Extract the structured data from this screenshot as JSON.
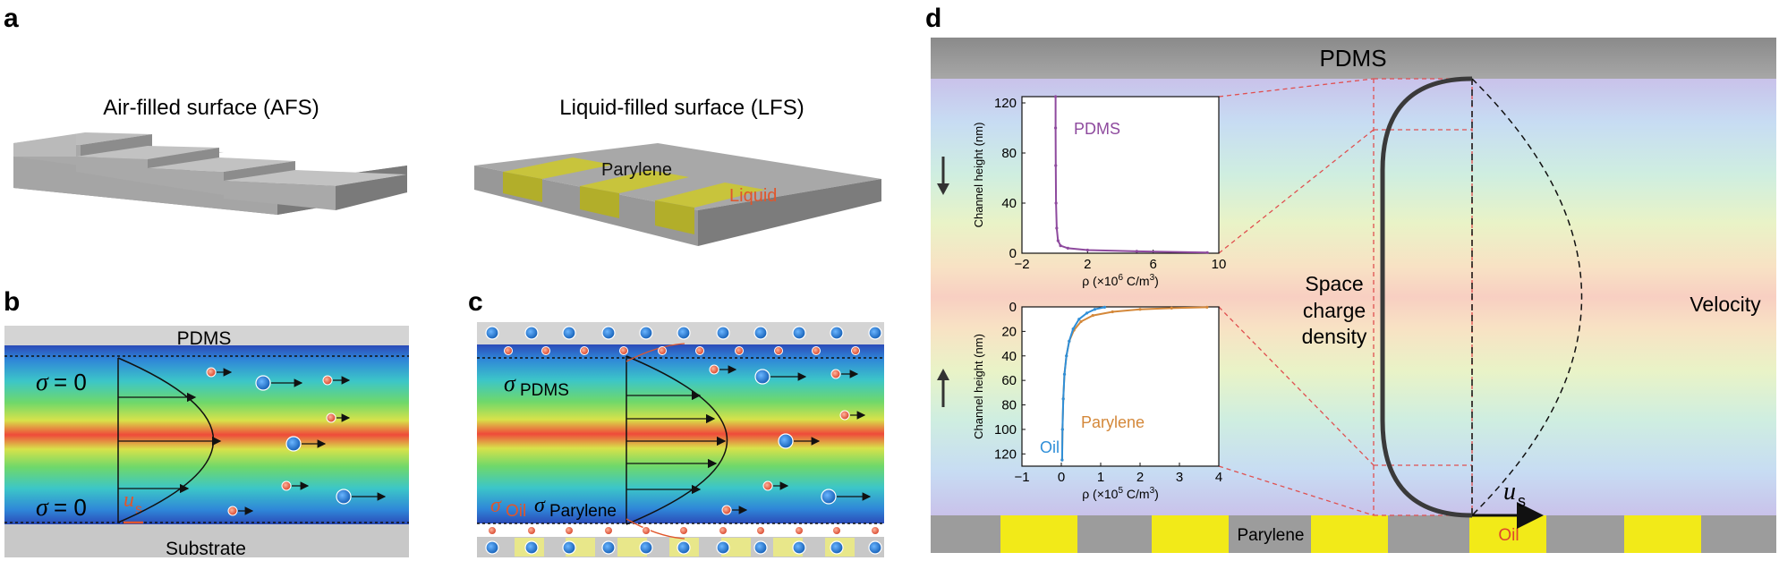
{
  "panels": {
    "a": {
      "label": "a",
      "afs_title": "Air-filled surface (AFS)",
      "lfs_title": "Liquid-filled surface (LFS)",
      "parylene_label": "Parylene",
      "liquid_label": "Liquid"
    },
    "b": {
      "label": "b",
      "top_label": "PDMS",
      "bottom_label": "Substrate",
      "sigma_top_symbol": "σ",
      "sigma_top_eq": "= 0",
      "sigma_bottom_symbol": "σ",
      "sigma_bottom_eq": "= 0",
      "us_symbol": "u",
      "us_sub": "s"
    },
    "c": {
      "label": "c",
      "sigma_pdms_symbol": "σ",
      "sigma_pdms_sub": "PDMS",
      "sigma_oil_symbol": "σ",
      "sigma_oil_sub": "Oil",
      "sigma_parylene_symbol": "σ",
      "sigma_parylene_sub": "Parylene"
    },
    "d": {
      "label": "d",
      "top_label": "PDMS",
      "parylene_label": "Parylene",
      "oil_label": "Oil",
      "space_charge_label": [
        "Space",
        "charge",
        "density"
      ],
      "velocity_label": "Velocity",
      "us_symbol": "u",
      "us_sub": "s"
    }
  },
  "chart_data": [
    {
      "type": "line",
      "title": "",
      "ylabel": "Channel height (nm)",
      "xlabel_prefix": "ρ (×10",
      "xlabel_exp": "6",
      "xlabel_suffix": " C/m",
      "xlabel_unit_exp": "3",
      "xlabel_close": ")",
      "xlim": [
        -2,
        10
      ],
      "ylim": [
        125,
        0
      ],
      "xticks": [
        "−2",
        "2",
        "6",
        "10"
      ],
      "xtick_values": [
        -2,
        2,
        6,
        10
      ],
      "yticks": [
        "0",
        "40",
        "80",
        "120"
      ],
      "ytick_values": [
        0,
        40,
        80,
        120
      ],
      "series": [
        {
          "name": "PDMS",
          "color": "#8e4a9e",
          "x": [
            0.05,
            0.05,
            0.06,
            0.08,
            0.12,
            0.2,
            0.35,
            0.8,
            2.0,
            5.0,
            9.3
          ],
          "y": [
            125,
            100,
            70,
            40,
            20,
            10,
            6,
            4,
            2.5,
            1.5,
            0.5
          ]
        }
      ]
    },
    {
      "type": "line",
      "title": "",
      "ylabel": "Channel height (nm)",
      "xlabel_prefix": "ρ (×10",
      "xlabel_exp": "5",
      "xlabel_suffix": " C/m",
      "xlabel_unit_exp": "3",
      "xlabel_close": ")",
      "xlim": [
        -1,
        4
      ],
      "ylim": [
        0,
        130
      ],
      "xticks": [
        "−1",
        "0",
        "1",
        "2",
        "3",
        "4"
      ],
      "xtick_values": [
        -1,
        0,
        1,
        2,
        3,
        4
      ],
      "yticks": [
        "0",
        "20",
        "40",
        "60",
        "80",
        "100",
        "120"
      ],
      "ytick_values": [
        0,
        20,
        40,
        60,
        80,
        100,
        120
      ],
      "series": [
        {
          "name": "Parylene",
          "color": "#d4883a",
          "x": [
            0.02,
            0.03,
            0.05,
            0.08,
            0.13,
            0.2,
            0.32,
            0.5,
            0.8,
            1.3,
            2.0,
            2.8,
            3.7
          ],
          "y": [
            125,
            100,
            75,
            55,
            40,
            28,
            19,
            12,
            7,
            4,
            2,
            1,
            0.3
          ]
        },
        {
          "name": "Oil",
          "color": "#2f8fd8",
          "x": [
            0.02,
            0.03,
            0.05,
            0.08,
            0.13,
            0.2,
            0.3,
            0.45,
            0.65,
            0.85,
            1.1
          ],
          "y": [
            125,
            100,
            75,
            55,
            40,
            28,
            18,
            10,
            5,
            2,
            0.3
          ]
        }
      ]
    }
  ]
}
